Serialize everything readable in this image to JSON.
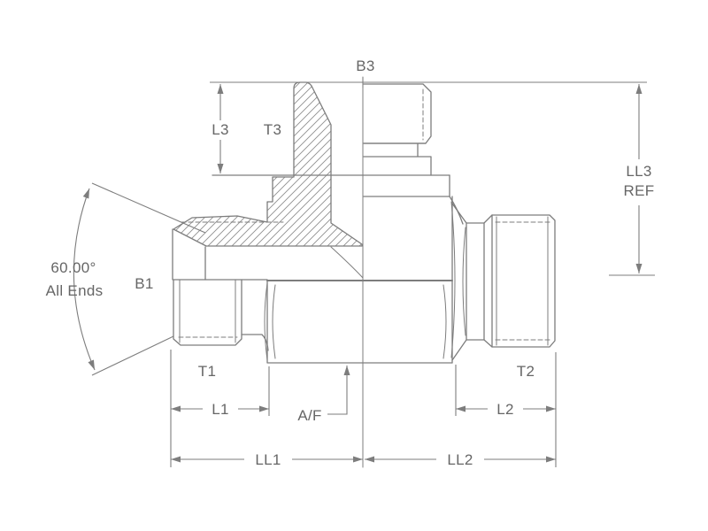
{
  "drawing": {
    "description": "Half-section engineering drawing of a male branch tee fitting with 60 degree cone seats",
    "background": "#ffffff",
    "line_color": "#7d7d7d",
    "text_color": "#666666",
    "hatch_color": "#8f8f8f",
    "labels": {
      "top_port_thread": "B3",
      "top_thread_length": "L3",
      "top_thread_ref": "T3",
      "overall_height_line1": "LL3",
      "overall_height_line2": "REF",
      "seat_angle": "60.00°",
      "seat_angle_note": "All Ends",
      "left_port_thread": "B1",
      "left_thread_ref": "T1",
      "right_thread_ref": "T2",
      "left_thread_length": "L1",
      "right_thread_length": "L2",
      "across_flats": "A/F",
      "left_end_to_center": "LL1",
      "center_to_right_end": "LL2"
    }
  }
}
